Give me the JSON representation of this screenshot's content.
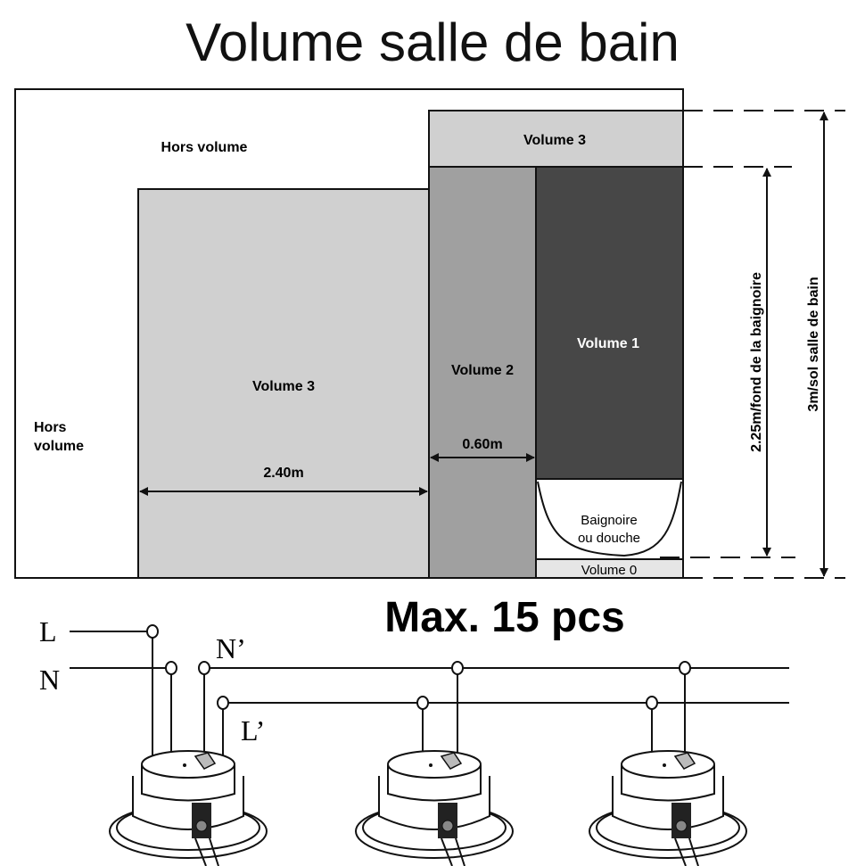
{
  "title": "Volume salle de bain",
  "zones": {
    "hors_volume_top": "Hors volume",
    "hors_volume_left_1": "Hors",
    "hors_volume_left_2": "volume",
    "volume3_top": "Volume 3",
    "volume3_left": "Volume 3",
    "volume2": "Volume 2",
    "volume1": "Volume 1",
    "bath_1": "Baignoire",
    "bath_2": "ou douche",
    "volume0": "Volume 0"
  },
  "dimensions": {
    "width_volume3": "2.40m",
    "width_volume2": "0.60m",
    "height_bath": "2.25m/fond de la baignoire",
    "height_floor": "3m/sol salle de bain"
  },
  "colors": {
    "volume3": "#d0d0d0",
    "volume2": "#a0a0a0",
    "volume1": "#474747",
    "volume0": "#e6e6e6"
  },
  "wiring": {
    "max_label": "Max. 15 pcs",
    "L": "L",
    "N": "N",
    "N_prime": "N’",
    "L_prime": "L’",
    "lamp_count_shown": 3
  }
}
